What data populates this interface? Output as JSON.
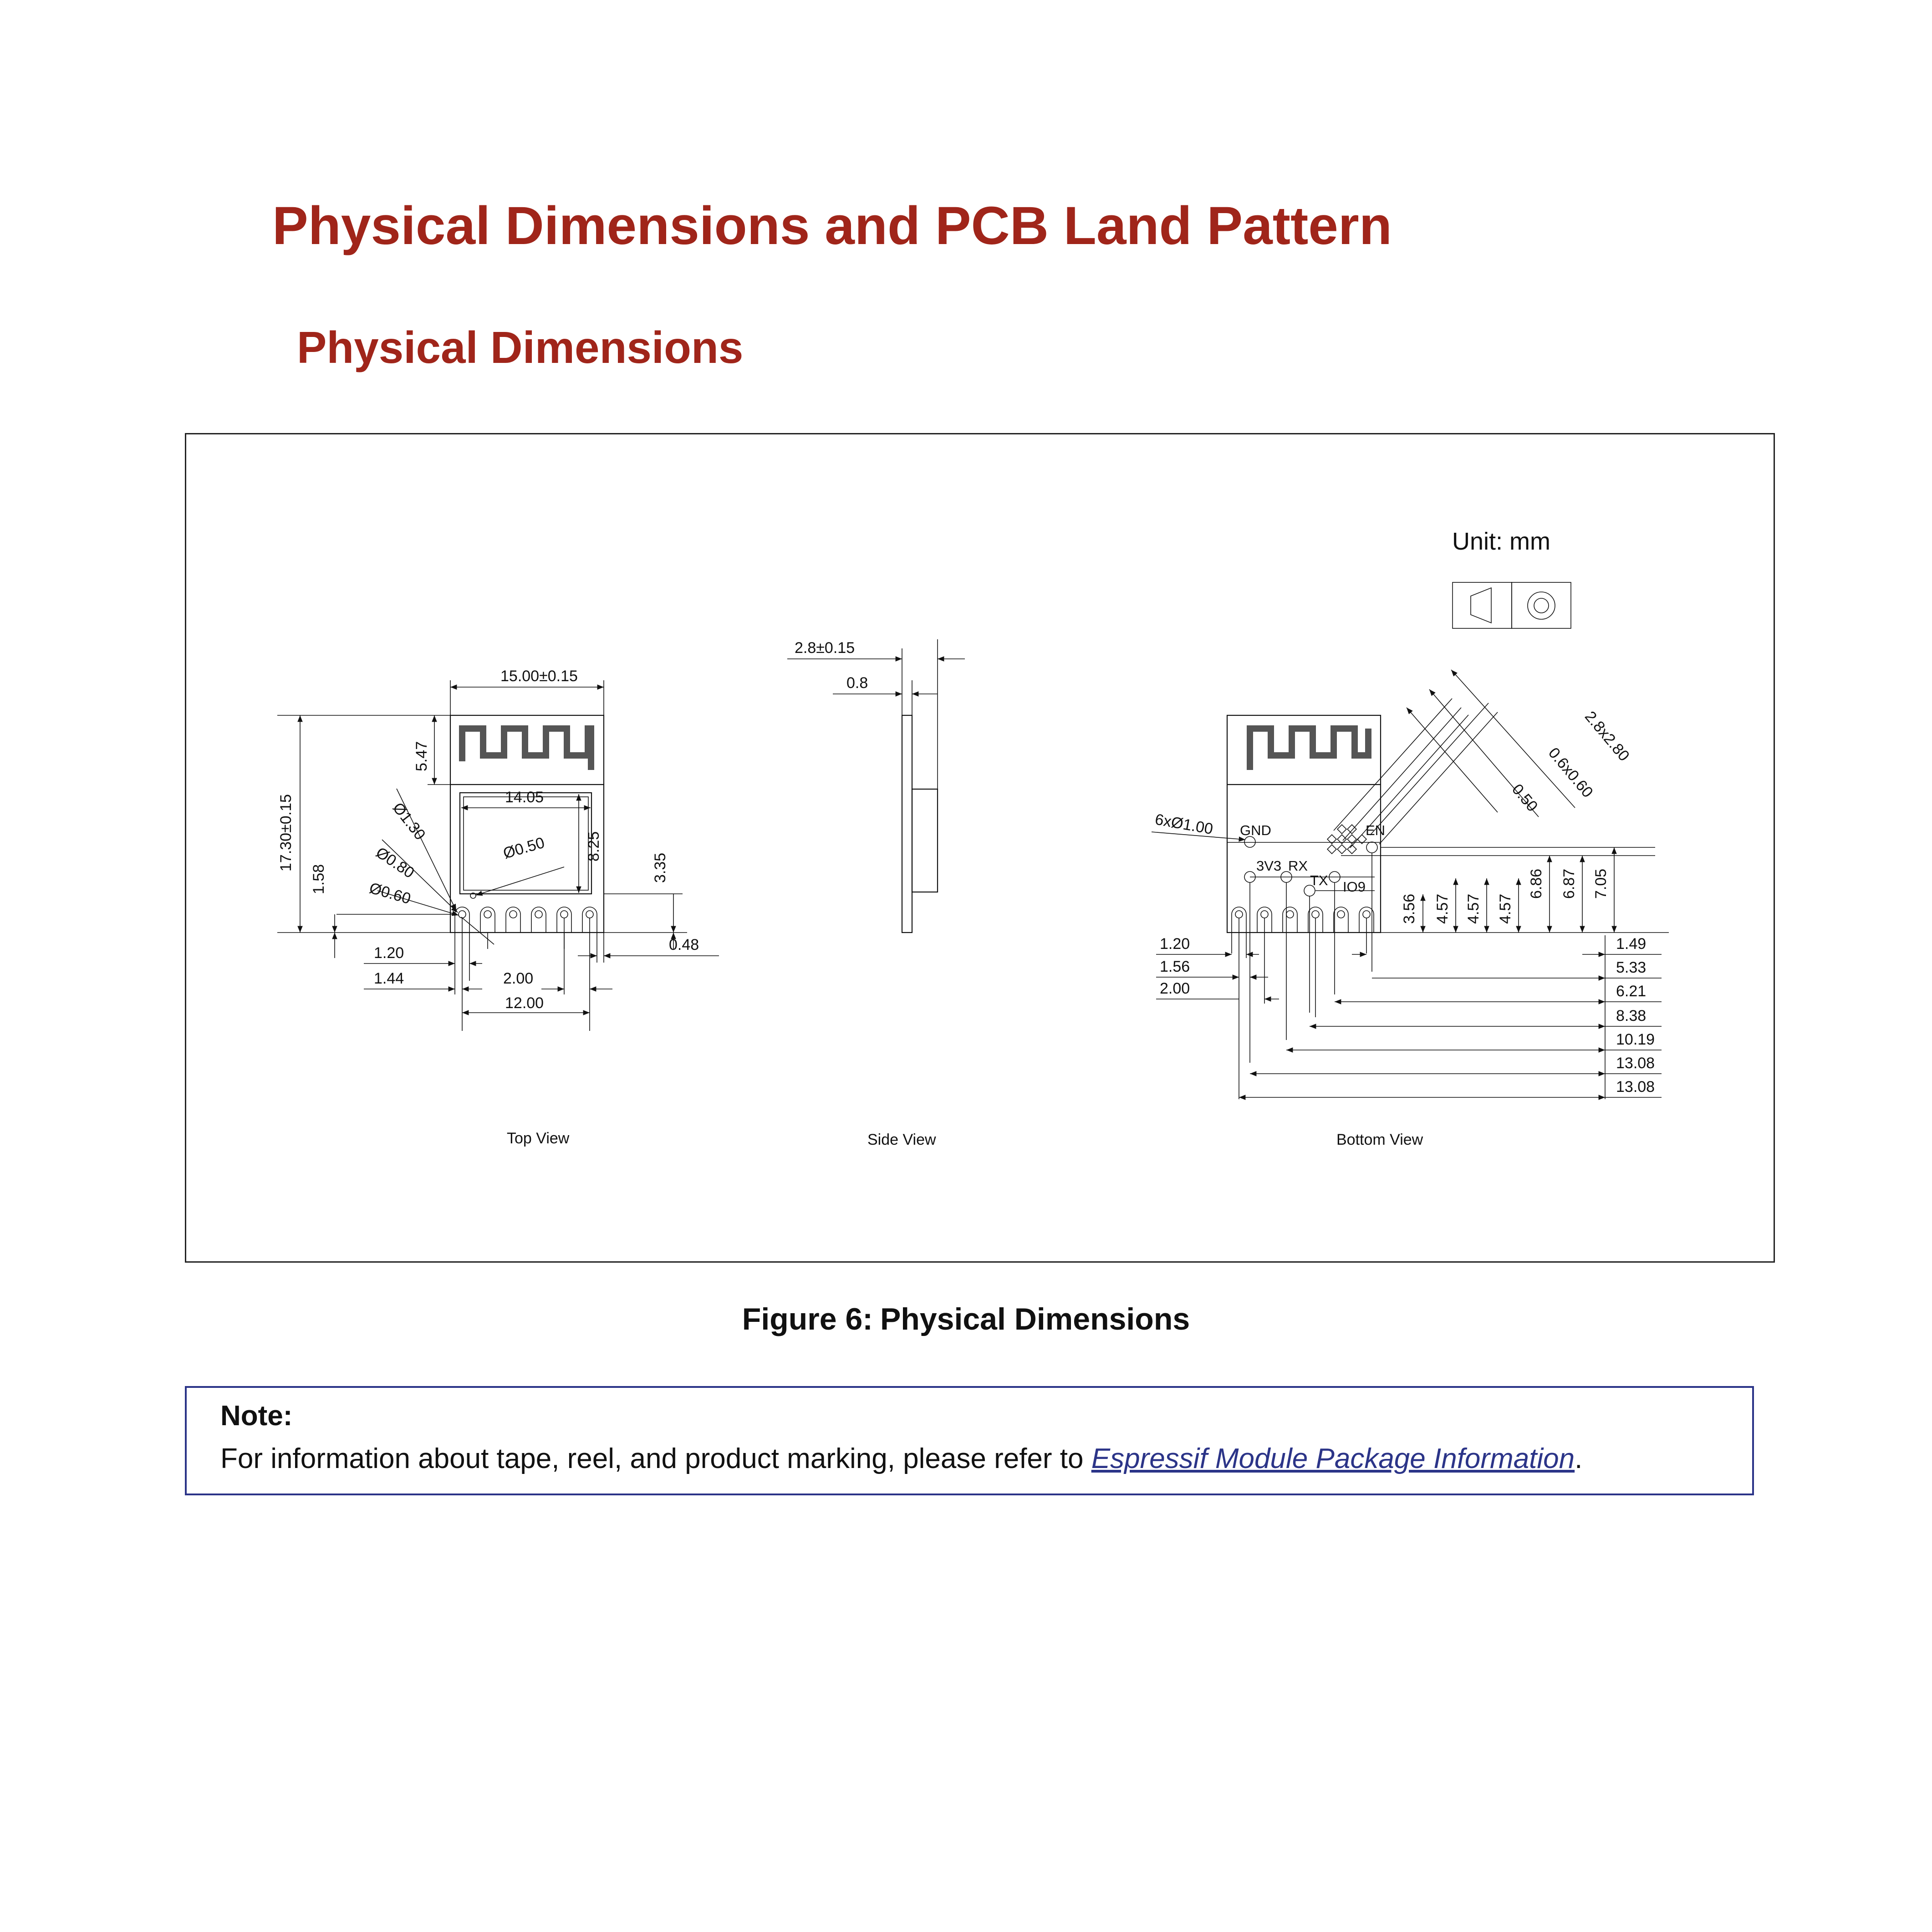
{
  "headings": {
    "section": "Physical Dimensions and PCB Land Pattern",
    "subsection": "Physical Dimensions"
  },
  "figure": {
    "unit_label": "Unit: mm",
    "views": {
      "top": "Top View",
      "side": "Side View",
      "bottom": "Bottom View"
    },
    "top_dims": {
      "width": "15.00±0.15",
      "height": "17.30±0.15",
      "antenna": "5.47",
      "shield_width": "14.05",
      "shield_height": "8.25",
      "hole": "Ø0.50",
      "pad_ring_outer": "Ø1.30",
      "pad_ring_mid": "Ø0.80",
      "pad_ring_inner": "Ø0.60",
      "pad_offset": "1.58",
      "shield_gap": "3.35",
      "edge": "0.48",
      "pitch_1": "1.20",
      "pitch_2": "1.44",
      "pitch_3": "2.00",
      "span": "12.00"
    },
    "side_dims": {
      "thickness": "2.8±0.15",
      "pcb": "0.8"
    },
    "bottom_dims": {
      "pads": "6xØ1.00",
      "square_pad": "2.8x2.80",
      "small_pad": "0.6x0.60",
      "small_gap": "0.50",
      "left": [
        "1.20",
        "1.56",
        "2.00"
      ],
      "right": [
        "1.49",
        "5.33",
        "6.21",
        "8.38",
        "10.19",
        "13.08",
        "13.08"
      ],
      "vertical": [
        "3.56",
        "4.57",
        "4.57",
        "4.57",
        "6.86",
        "6.87",
        "7.05"
      ]
    },
    "pins": {
      "gnd": "GND",
      "v3": "3V3",
      "rx": "RX",
      "tx": "TX",
      "io9": "IO9",
      "en": "EN"
    }
  },
  "caption": {
    "label": "Figure 6:",
    "title": "Physical Dimensions"
  },
  "note": {
    "title": "Note:",
    "text_before": "For information about tape, reel, and product marking, please refer to ",
    "link_text": "Espressif Module Package Information",
    "text_after": "."
  }
}
